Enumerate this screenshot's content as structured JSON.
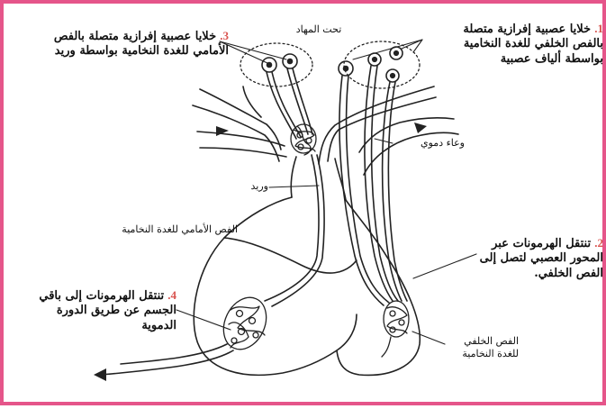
{
  "colors": {
    "border": "#e5558a",
    "number": "#d9534f",
    "line": "#222222"
  },
  "labels": {
    "n1": {
      "num": "1.",
      "text": "خلايا عصبية إفرازية متصلة بالفص الخلفي للغدة النخامية بواسطة ألياف عصبية"
    },
    "n2": {
      "num": "2.",
      "text": "تنتقل الهرمونات عبر المحور العصبي لتصل إلى الفص الخلفي."
    },
    "n3": {
      "num": "3.",
      "text": "خلايا عصبية إفرازية متصلة بالفص الأمامي للغدة النخامية بواسطة وريد"
    },
    "n4": {
      "num": "4.",
      "text": "تنتقل الهرمونات إلى باقي الجسم عن طريق الدورة الدموية"
    },
    "hypothalamus": "تحت المهاد",
    "blood_vessel": "وعاء دموي",
    "vein": "وريد",
    "anterior_lobe": "الفص الأمامي للغدة النخامية",
    "posterior_lobe": "الفص الخلفي للغدة النخامية"
  }
}
